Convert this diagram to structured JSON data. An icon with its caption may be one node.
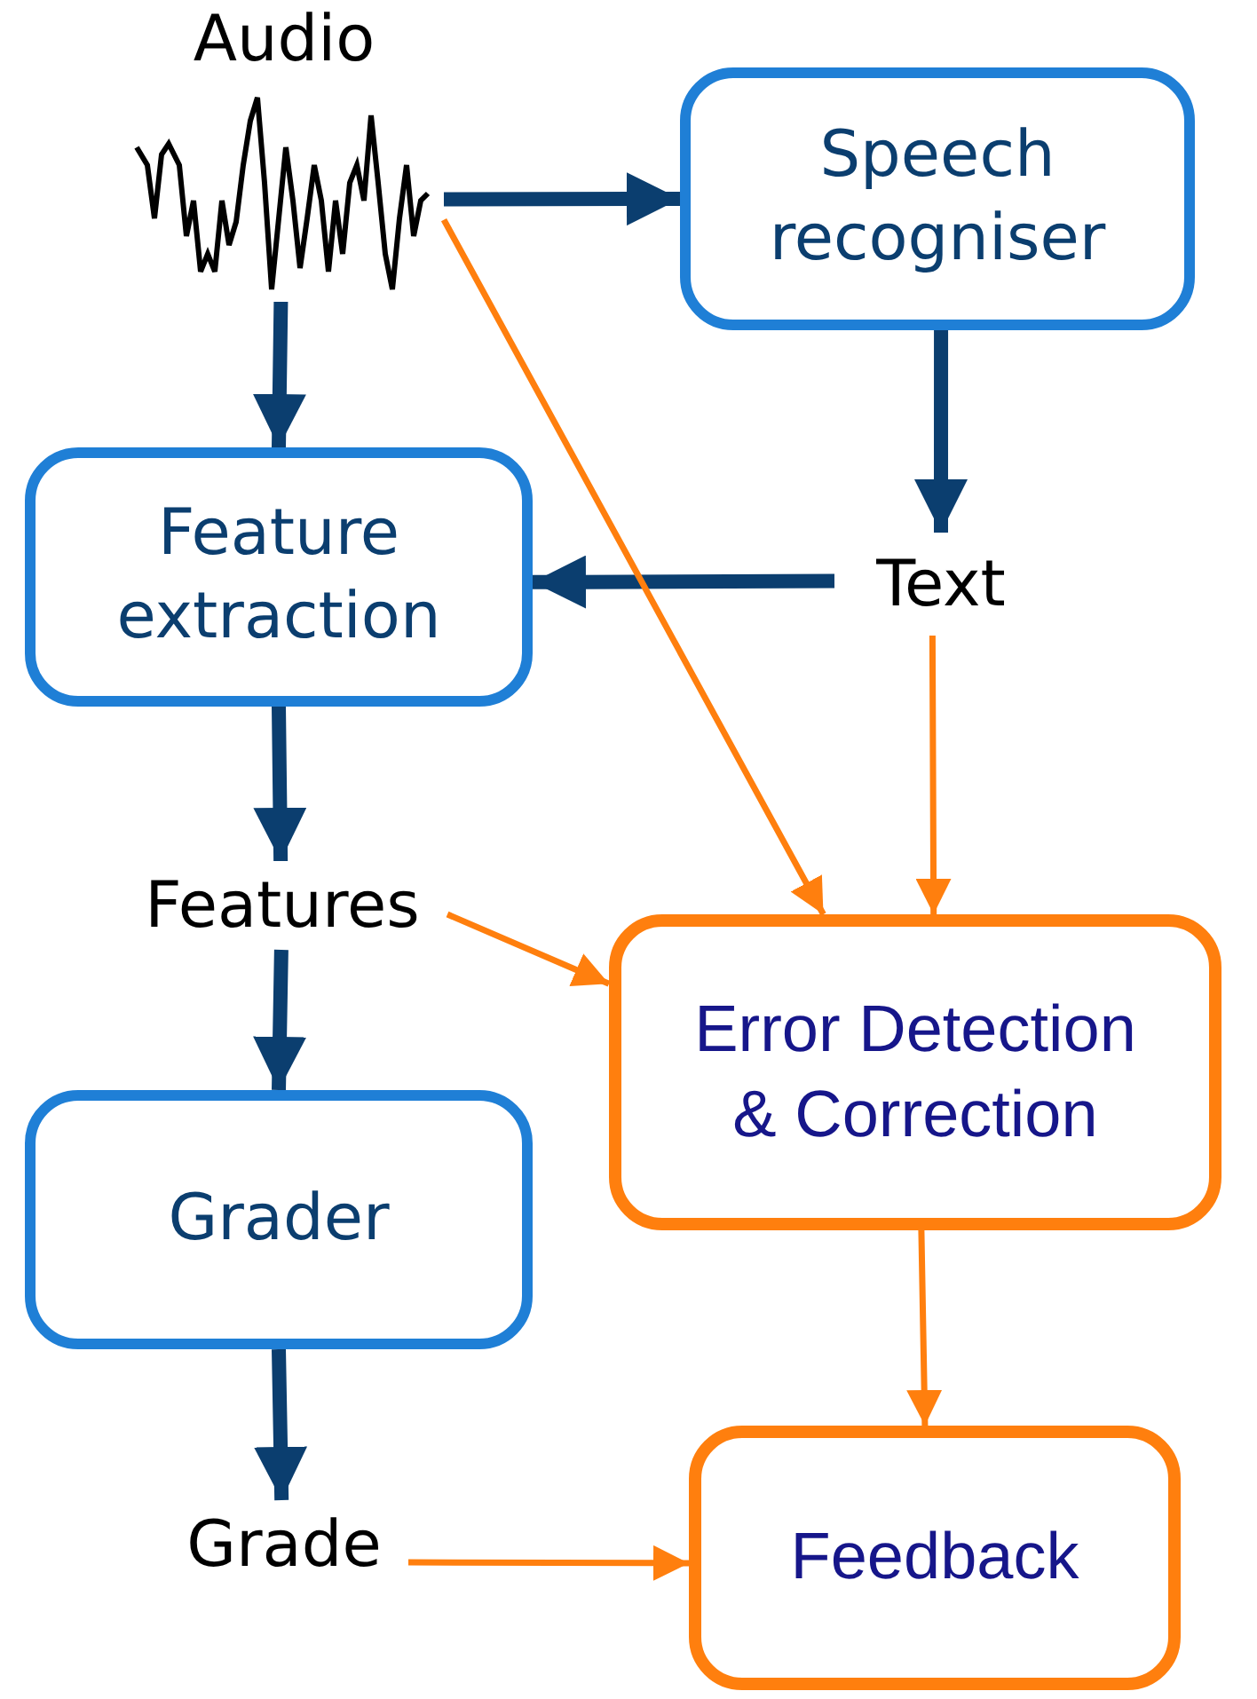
{
  "diagram": {
    "nodes": [
      {
        "text": [
          "Audio"
        ]
      },
      {
        "text": [
          "Speech recogniser"
        ]
      },
      {
        "text": [
          "Feature extraction"
        ]
      },
      {
        "text": [
          "Text"
        ]
      },
      {
        "text": [
          "Features"
        ]
      },
      {
        "text": [
          "Error Detection & Correction"
        ]
      },
      {
        "text": [
          "Grader"
        ]
      },
      {
        "text": [
          "Grade"
        ]
      },
      {
        "text": [
          "Feedback"
        ]
      }
    ],
    "edges": [
      {
        "from": 0,
        "to": 1,
        "arrow": "to"
      },
      {
        "from": 0,
        "to": 2,
        "arrow": "to"
      },
      {
        "from": 1,
        "to": 3,
        "arrow": "to"
      },
      {
        "from": 3,
        "to": 2,
        "arrow": "to"
      },
      {
        "from": 2,
        "to": 4,
        "arrow": "to"
      },
      {
        "from": 4,
        "to": 6,
        "arrow": "to"
      },
      {
        "from": 6,
        "to": 7,
        "arrow": "to"
      },
      {
        "from": 0,
        "to": 5,
        "arrow": "to",
        "color": "#ff7f0e"
      },
      {
        "from": 3,
        "to": 5,
        "arrow": "to",
        "color": "#ff7f0e"
      },
      {
        "from": 4,
        "to": 5,
        "arrow": "to",
        "color": "#ff7f0e"
      },
      {
        "from": 5,
        "to": 8,
        "arrow": "to",
        "color": "#ff7f0e"
      },
      {
        "from": 7,
        "to": 8,
        "arrow": "to",
        "color": "#ff7f0e"
      }
    ]
  }
}
